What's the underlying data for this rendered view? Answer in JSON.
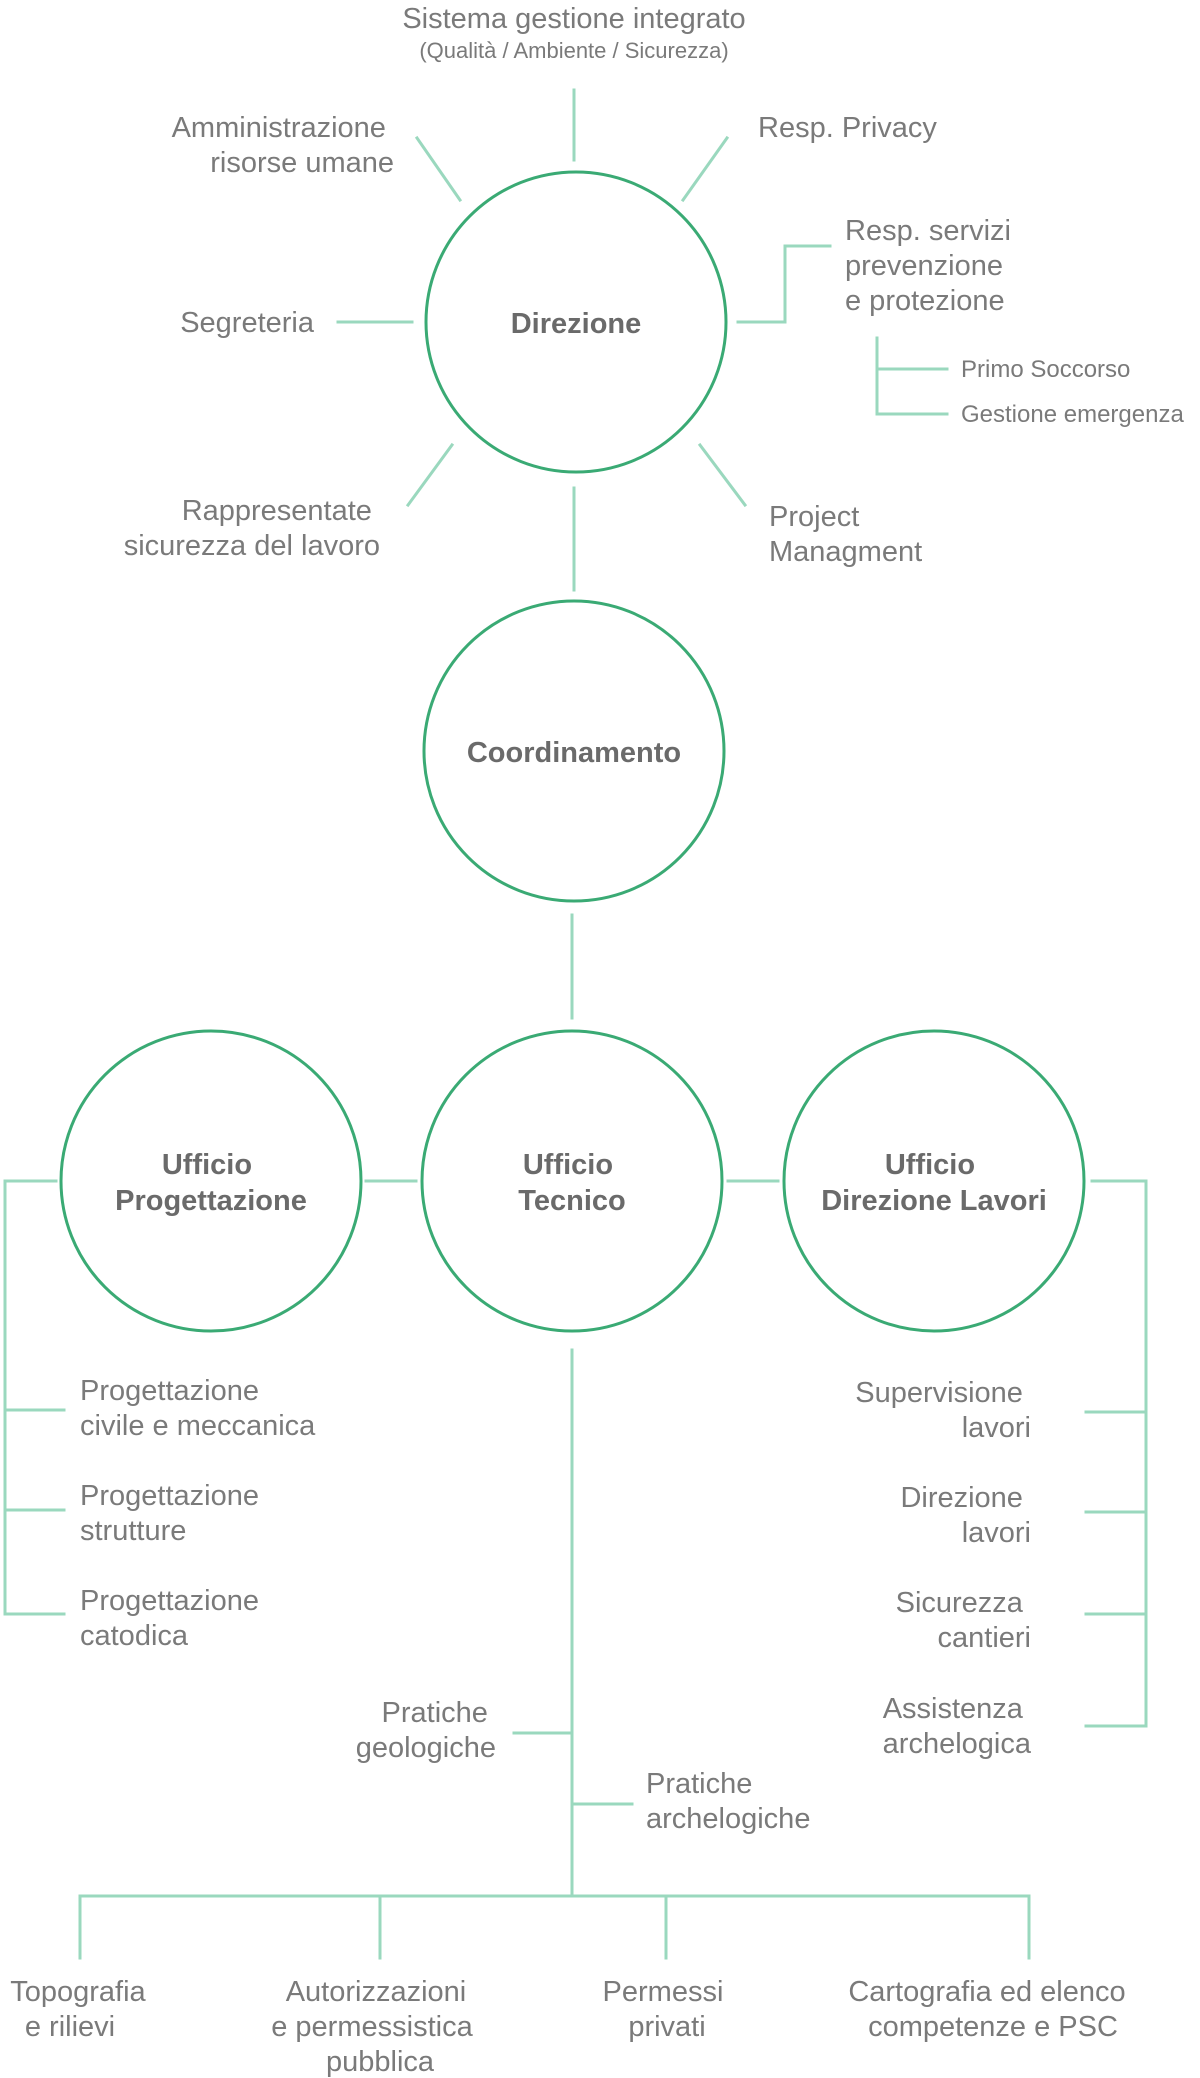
{
  "colors": {
    "circle_stroke": "#3aaa74",
    "connector": "#9ad8be",
    "text": "#7a7a7a",
    "node_text": "#6a6a6a"
  },
  "nodes": {
    "direzione": {
      "lines": [
        "Direzione"
      ]
    },
    "coordinamento": {
      "lines": [
        "Coordinamento"
      ]
    },
    "progettazione": {
      "lines": [
        "Ufficio",
        "Progettazione"
      ]
    },
    "tecnico": {
      "lines": [
        "Ufficio",
        "Tecnico"
      ]
    },
    "direzione_lavori": {
      "lines": [
        "Ufficio",
        "Direzione Lavori"
      ]
    }
  },
  "direzione_satellites": {
    "sistema": {
      "lines": [
        "Sistema gestione integrato"
      ],
      "sub": "(Qualità / Ambiente / Sicurezza)"
    },
    "amministrazione": {
      "lines": [
        "Amministrazione",
        "risorse umane"
      ]
    },
    "privacy": {
      "lines": [
        "Resp. Privacy"
      ]
    },
    "rspp": {
      "lines": [
        "Resp. servizi",
        "prevenzione",
        "e protezione"
      ]
    },
    "primo_soccorso": {
      "lines": [
        "Primo Soccorso"
      ]
    },
    "emergenza": {
      "lines": [
        "Gestione emergenza"
      ]
    },
    "segreteria": {
      "lines": [
        "Segreteria"
      ]
    },
    "rls": {
      "lines": [
        "Rappresentate",
        "sicurezza del lavoro"
      ]
    },
    "project": {
      "lines": [
        "Project",
        "Managment"
      ]
    }
  },
  "progettazione_items": [
    {
      "lines": [
        "Progettazione",
        "civile e meccanica"
      ]
    },
    {
      "lines": [
        "Progettazione",
        "strutture"
      ]
    },
    {
      "lines": [
        "Progettazione",
        "catodica"
      ]
    }
  ],
  "direzione_lavori_items": [
    {
      "lines": [
        "Supervisione",
        "lavori"
      ]
    },
    {
      "lines": [
        "Direzione",
        "lavori"
      ]
    },
    {
      "lines": [
        "Sicurezza",
        "cantieri"
      ]
    },
    {
      "lines": [
        "Assistenza",
        "archelogica"
      ]
    }
  ],
  "tecnico_items": {
    "geologiche": {
      "lines": [
        "Pratiche",
        "geologiche"
      ]
    },
    "archelogiche": {
      "lines": [
        "Pratiche",
        "archelogiche"
      ]
    }
  },
  "bottom_items": [
    {
      "lines": [
        "Topografia",
        "e rilievi"
      ]
    },
    {
      "lines": [
        "Autorizzazioni",
        "e permessistica",
        "pubblica"
      ]
    },
    {
      "lines": [
        "Permessi",
        "privati"
      ]
    },
    {
      "lines": [
        "Cartografia ed elenco",
        "competenze e PSC"
      ]
    }
  ]
}
